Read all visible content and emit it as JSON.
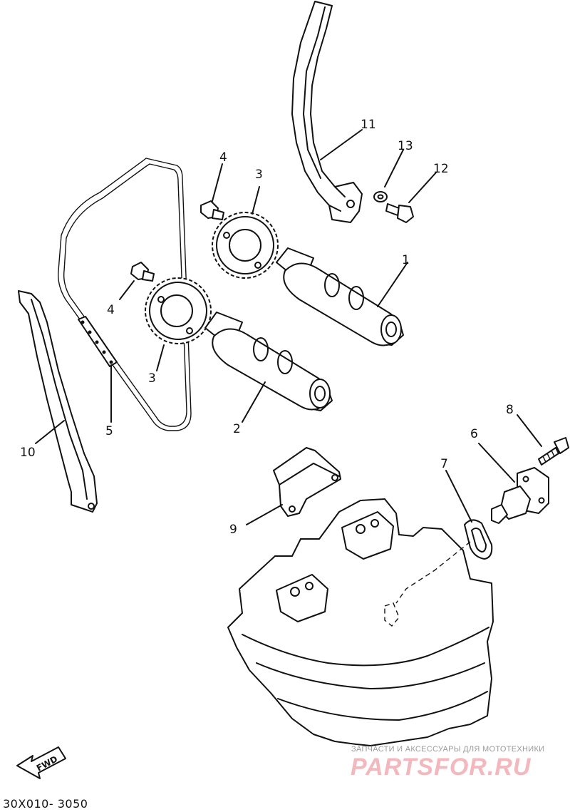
{
  "callouts": [
    "1",
    "2",
    "3",
    "3",
    "4",
    "4",
    "5",
    "6",
    "7",
    "8",
    "9",
    "10",
    "11",
    "12",
    "13"
  ],
  "fwd_label": "FWD",
  "diagram_code": "30X010- 3050",
  "watermark": {
    "tagline": "ЗАПЧАСТИ И АКСЕССУАРЫ ДЛЯ МОТОТЕХНИКИ",
    "logo": "PARTSFOR.RU",
    "logo_color": "#f2b8bd"
  }
}
